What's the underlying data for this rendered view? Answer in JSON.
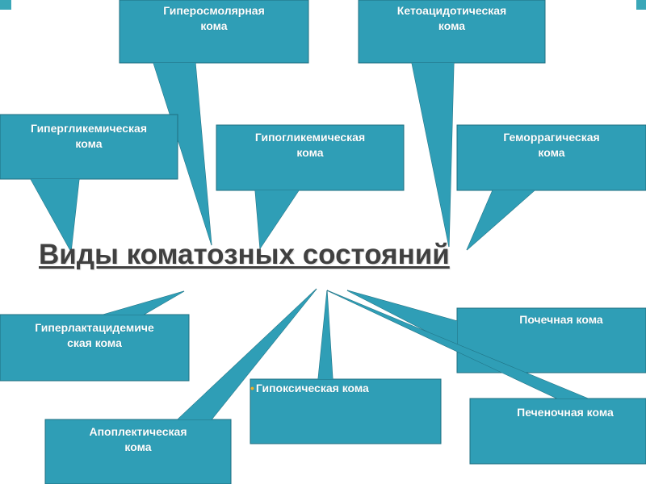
{
  "title": "Виды коматозных состояний",
  "colors": {
    "callout_fill": "#2f9eb6",
    "callout_stroke": "#1f6f80",
    "title_text": "#404040",
    "bullet": "#f0b22a"
  },
  "callouts": [
    {
      "id": "hyperosmolar",
      "text": "Гиперосмолярная\nкома"
    },
    {
      "id": "ketoacidotic",
      "text": "Кетоацидотическая\nкома"
    },
    {
      "id": "hyperglycemic",
      "text": "Гипергликемическая\nкома"
    },
    {
      "id": "hypoglycemic",
      "text": "Гипогликемическая\nкома"
    },
    {
      "id": "hemorrhagic",
      "text": "Геморрагическая\nкома"
    },
    {
      "id": "hyperlactacidemic",
      "text": "Гиперлактацидемиче\nская кома"
    },
    {
      "id": "renal",
      "text": "Почечная кома"
    },
    {
      "id": "hypoxic",
      "text": "Гипоксическая кома"
    },
    {
      "id": "hepatic",
      "text": "Печеночная кома"
    },
    {
      "id": "apoplectic",
      "text": "Апоплектическая\nкома"
    }
  ]
}
